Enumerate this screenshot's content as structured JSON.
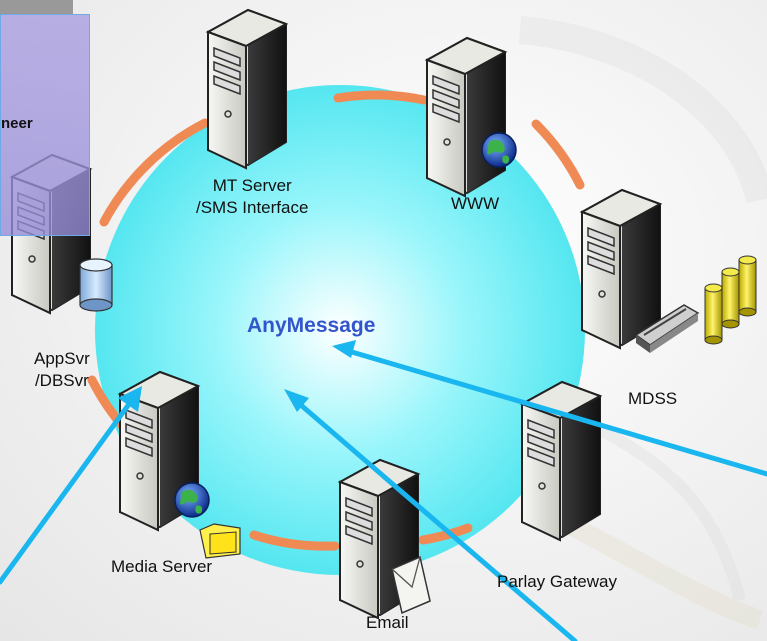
{
  "diagram": {
    "center_label": "AnyMessage",
    "side_panel_text": "neer",
    "nodes": [
      {
        "id": "mt",
        "label_lines": [
          "MT Server",
          "/SMS Interface"
        ],
        "icon": "server-icon"
      },
      {
        "id": "www",
        "label_lines": [
          "WWW"
        ],
        "icon": "server-globe-icon"
      },
      {
        "id": "mdss",
        "label_lines": [
          "MDSS"
        ],
        "icon": "server-storage-icon"
      },
      {
        "id": "parlay",
        "label_lines": [
          "Parlay Gateway"
        ],
        "icon": "server-icon"
      },
      {
        "id": "email",
        "label_lines": [
          "Email"
        ],
        "icon": "server-mail-icon"
      },
      {
        "id": "media",
        "label_lines": [
          "Media Server"
        ],
        "icon": "server-globe-media-icon"
      },
      {
        "id": "appsvr",
        "label_lines": [
          "AppSvr",
          "/DBSvr"
        ],
        "icon": "server-database-icon"
      }
    ],
    "colors": {
      "center_fill": "#5fe8f0",
      "ring": "#f08a55",
      "arrow": "#19b6ef",
      "title": "#3355cc"
    }
  }
}
